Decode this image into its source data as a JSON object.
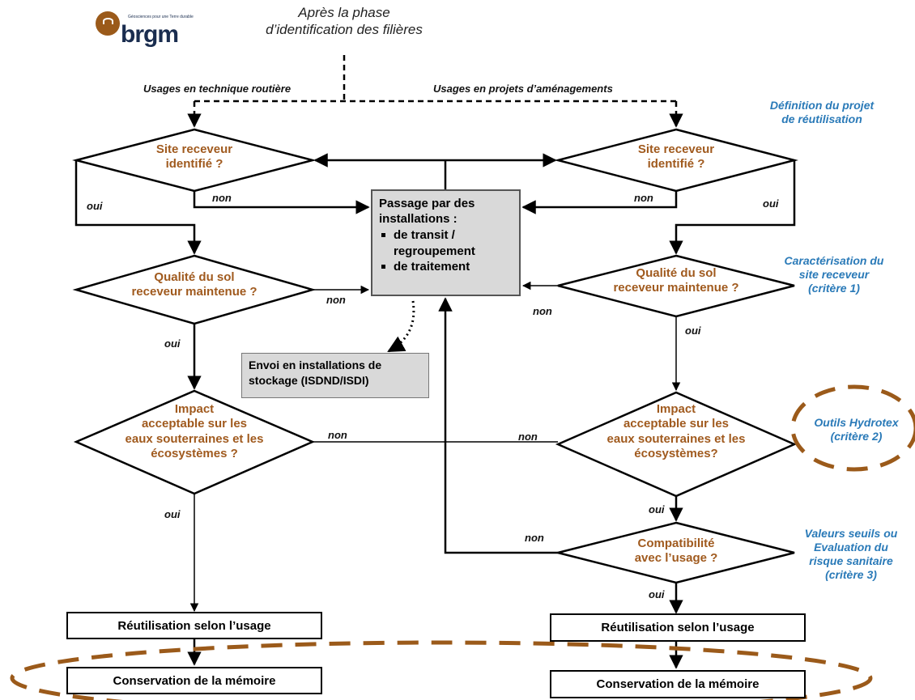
{
  "logo": {
    "brand": "brgm",
    "tagline": "Géosciences pour une Terre durable"
  },
  "intro": {
    "line1": "Après la phase",
    "line2": "d’identification des filières"
  },
  "branches": {
    "left": "Usages en technique routière",
    "right": "Usages en projets d’aménagements"
  },
  "left": {
    "site_receveur": {
      "l1": "Site receveur",
      "l2": "identifié ?"
    },
    "qualite": {
      "l1": "Qualité du sol",
      "l2": "receveur maintenue ?"
    },
    "impact": {
      "l1": "Impact",
      "l2": "acceptable sur les",
      "l3": "eaux souterraines et les",
      "l4": "écosystèmes ?"
    },
    "reutilisation": "Réutilisation selon l’usage",
    "conservation": "Conservation de la mémoire"
  },
  "right": {
    "site_receveur": {
      "l1": "Site receveur",
      "l2": "identifié ?"
    },
    "qualite": {
      "l1": "Qualité du sol",
      "l2": "receveur maintenue ?"
    },
    "impact": {
      "l1": "Impact",
      "l2": "acceptable sur les",
      "l3": "eaux souterraines et les",
      "l4": "écosystèmes?"
    },
    "compatibilite": {
      "l1": "Compatibilité",
      "l2": "avec l’usage ?"
    },
    "reutilisation": "Réutilisation selon l’usage",
    "conservation": "Conservation de la mémoire"
  },
  "center": {
    "title1": "Passage par des",
    "title2": "installations :",
    "item1_l1": "de transit /",
    "item1_l2": "regroupement",
    "item2": "de traitement"
  },
  "storage": {
    "l1": "Envoi en installations de",
    "l2": "stockage (ISDND/ISDI)"
  },
  "labels": {
    "oui": "oui",
    "non": "non"
  },
  "annotations": {
    "definition": {
      "l1": "Définition du projet",
      "l2": "de réutilisation"
    },
    "caracterisation": {
      "l1": "Caractérisation du",
      "l2": "site receveur",
      "l3": "(critère 1)"
    },
    "hydrotex": {
      "l1": "Outils Hydrotex",
      "l2": "(critère 2)"
    },
    "valeurs": {
      "l1": "Valeurs seuils ou",
      "l2": "Evaluation du",
      "l3": "risque sanitaire",
      "l4": "(critère 3)"
    }
  },
  "colors": {
    "decision_text": "#a05a1e",
    "annotation_text": "#2a7ab8",
    "dashed_ellipse": "#9b5a1a",
    "box_fill": "#d9d9d9"
  }
}
